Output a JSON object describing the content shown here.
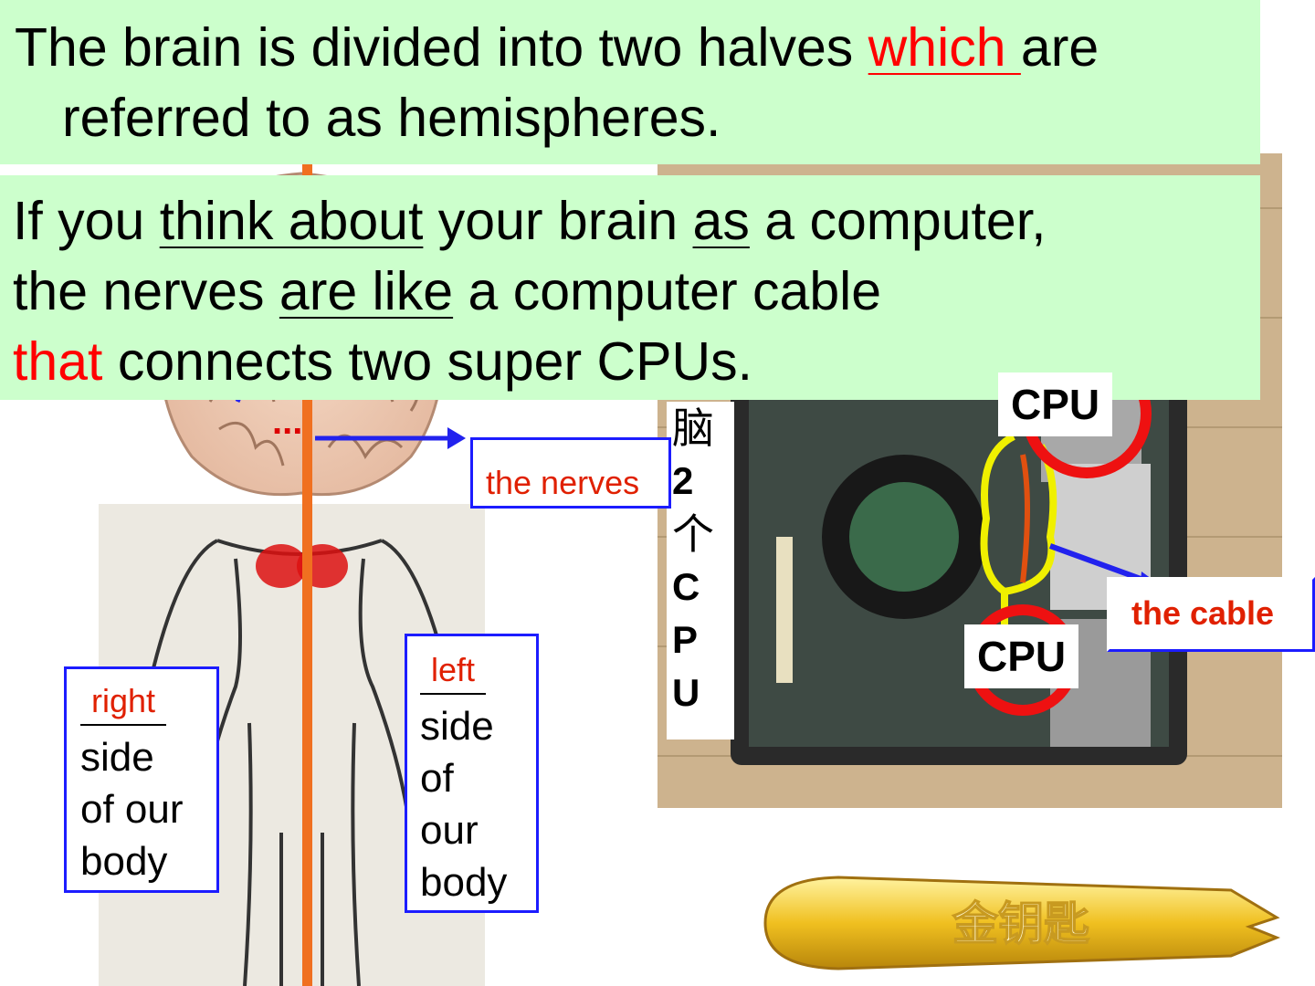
{
  "banner1": {
    "line1_a": "The brain is divided into two halves ",
    "line1_which": "which ",
    "line1_b": "are",
    "line2": "referred to as hemispheres."
  },
  "banner2": {
    "l1_a": "If you ",
    "l1_think": "think about",
    "l1_b": " your brain ",
    "l1_as": "as",
    "l1_c": " a computer,",
    "l2_a": "the nerves ",
    "l2_like": "are like",
    "l2_b": " a computer cable",
    "l3_that": "that",
    "l3_b": " connects two super CPUs."
  },
  "labels": {
    "nerves": "the nerves",
    "cable": "the cable",
    "cpu_top": "CPU",
    "cpu_bottom": "CPU",
    "right_blank": "right",
    "right_text": [
      "side",
      "of our",
      "body"
    ],
    "left_blank": "left",
    "left_text": [
      "side",
      "of",
      "our",
      "body"
    ],
    "vertical": [
      "脑",
      "2",
      "个",
      "C",
      "P",
      "U"
    ],
    "key_text": "金钥匙"
  },
  "colors": {
    "banner": "#ccffcc",
    "accent_red": "#ff0000",
    "box_border": "#1c1cff",
    "midline": "#f07020"
  }
}
